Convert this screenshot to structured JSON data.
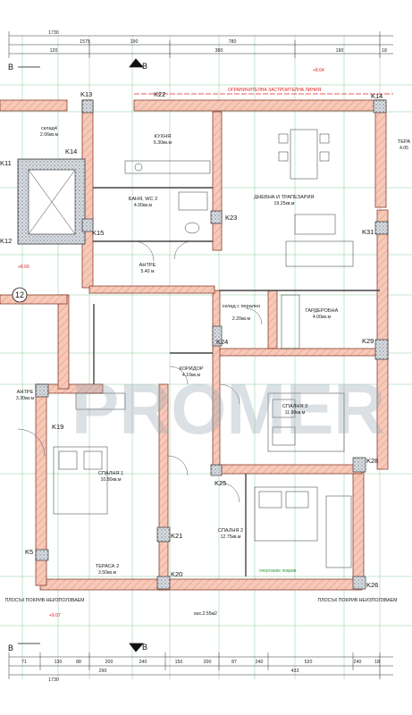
{
  "rooms": [
    {
      "name": "КУХНЯ",
      "area": "6.30кв.м"
    },
    {
      "name": "ДНЕВНА И ТРАПЕЗАРИЯ",
      "area": "19.25кв.м"
    },
    {
      "name": "БАНЯ, WC 2",
      "area": "4.00кв.м"
    },
    {
      "name": "АНТРЕ",
      "area": "5.40 м"
    },
    {
      "name": "склад с перално",
      "area": "2.20кв.м"
    },
    {
      "name": "ГАРДЕРОБНА",
      "area": "4.00кв.м"
    },
    {
      "name": "КОРИДОР",
      "area": "4.10кв.м"
    },
    {
      "name": "СПАЛНЯ 3",
      "area": "11.90кв.м"
    },
    {
      "name": "СПАЛНЯ 1",
      "area": "10.80кв.м"
    },
    {
      "name": "СПАЛНЯ 2",
      "area": "12.75кв.м"
    },
    {
      "name": "ТЕРАСА 2",
      "area": "3.50кв.м"
    },
    {
      "name": "АНТРЕ",
      "area": "3.30кв.м"
    },
    {
      "name": "склад4",
      "area": "2.06кв.м"
    },
    {
      "name": "ТЕРА",
      "area": "4.05"
    }
  ],
  "notes": {
    "top_line": "ОГРАНИЧИТЕЛНА ЗАСТРОИТЕЛНА ЛИНИЯ",
    "bottom_line": "очертание покрив",
    "roof_left": "ПЛОСЪК ПОКРИВ НЕИЗПОЛЗВАЕМ",
    "roof_right": "ПЛОСЪК ПОКРИВ НЕИЗПОЛЗВАЕМ",
    "exit": "изх.2.55м2"
  },
  "columns": [
    "K13",
    "K22",
    "K14",
    "K14",
    "K11",
    "K12",
    "K15",
    "K23",
    "K31",
    "K24",
    "K29",
    "K19",
    "K25",
    "K28",
    "K21",
    "K20",
    "K26",
    "K5"
  ],
  "section_marks": [
    "B",
    "B",
    "B",
    "B"
  ],
  "axis_marks": [
    "12"
  ],
  "top_dimensions": [
    "1730",
    "1575",
    "190",
    "780",
    "380",
    "190",
    "18",
    "120"
  ],
  "bottom_dimensions": [
    "71",
    "130",
    "88",
    "200",
    "240",
    "150",
    "200",
    "87",
    "240",
    "520",
    "240",
    "18",
    "433",
    "290",
    "1730"
  ],
  "levels": [
    "+8.64",
    "+9.07",
    "+8.60"
  ],
  "watermark": "PROMER"
}
